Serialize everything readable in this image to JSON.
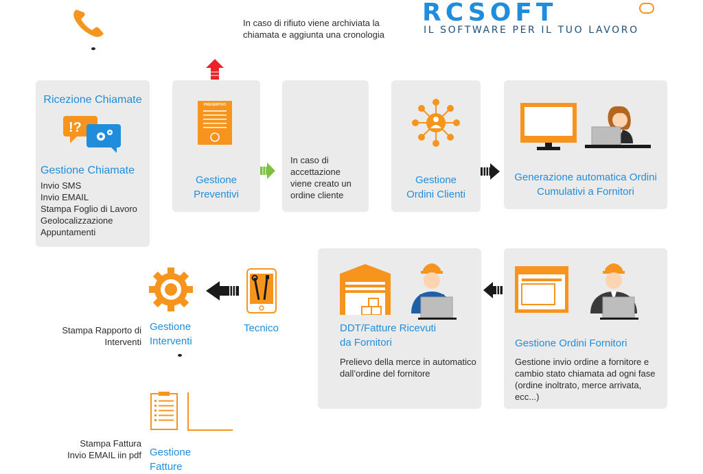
{
  "colors": {
    "accent_blue": "#1f8ddc",
    "accent_orange": "#f7941d",
    "card_bg": "#ebebeb",
    "arrow_red": "#e8232a",
    "arrow_green": "#7cc242",
    "arrow_black": "#1a1a1a"
  },
  "logo": {
    "brand": "RCSOFT",
    "slogan": "IL SOFTWARE PER IL TUO LAVORO"
  },
  "note_rejection": "In caso di rifiuto viene archiviata la chiamata e aggiunta una cronologia",
  "ricezione": {
    "title": "Ricezione Chiamate",
    "subtitle": "Gestione Chiamate",
    "items": [
      "Invio SMS",
      "Invio EMAIL",
      "Stampa Foglio di Lavoro",
      "Geolocalizzazione",
      "Appuntamenti"
    ]
  },
  "preventivi": {
    "doc_label": "PREVENTIVO",
    "title": "Gestione Preventivi"
  },
  "accettazione": {
    "text": "In caso di accettazione viene creato un ordine cliente"
  },
  "ordini_clienti": {
    "title": "Gestione Ordini Clienti"
  },
  "generazione": {
    "title": "Generazione automatica Ordini Cumulativi a  Fornitori"
  },
  "ordini_fornitori": {
    "title": "Gestione Ordini Fornitori",
    "text": "Gestione invio ordine a fornitore e cambio stato chiamata ad ogni fase (ordine inoltrato, merce arrivata, ecc...)"
  },
  "ddt": {
    "title": "DDT/Fatture Ricevuti da Fornitori",
    "text": "Prelievo della merce in automatico dall’ordine del fornitore"
  },
  "tecnico": {
    "title": "Tecnico"
  },
  "interventi": {
    "title": "Gestione Interventi",
    "side": "Stampa Rapporto di Interventi"
  },
  "fatture": {
    "title": "Gestione Fatture",
    "side_lines": [
      "Stampa Fattura",
      "Invio EMAIL iin pdf"
    ]
  },
  "icons": [
    "phone-icon",
    "chat-bubbles-icon",
    "document-icon",
    "network-icon",
    "monitor-icon",
    "person-laptop-icon",
    "warehouse-icon",
    "worker-icon",
    "gear-icon",
    "smartphone-tools-icon",
    "invoice-icon"
  ]
}
